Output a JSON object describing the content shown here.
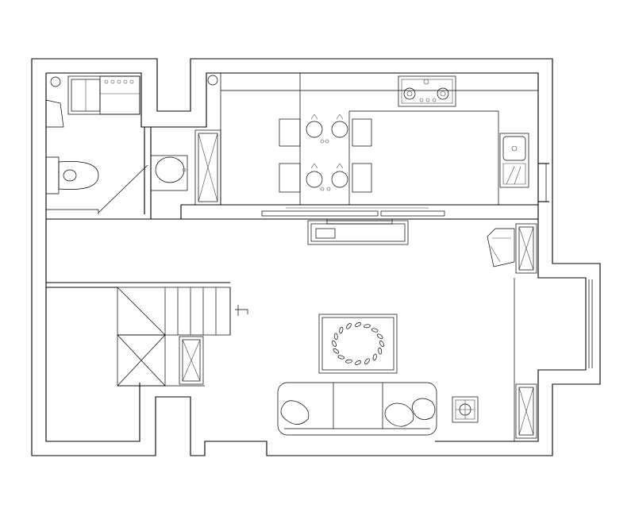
{
  "drawing": {
    "view": "floor-plan",
    "background": "#ffffff",
    "line_color": "#000000"
  },
  "furniture": {
    "dining_chairs": 4,
    "stair_treads": 6,
    "sofa_cushions": 3,
    "burners": 2,
    "leaf_motifs": 16
  }
}
